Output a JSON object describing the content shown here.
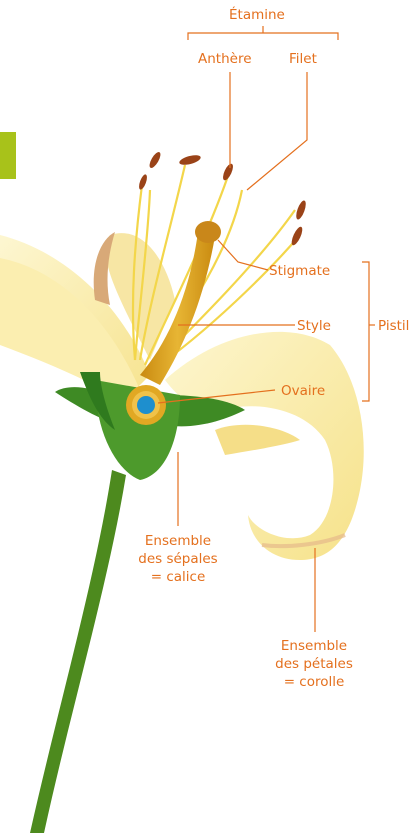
{
  "labels": {
    "etamine": "Étamine",
    "anthere": "Anthère",
    "filet": "Filet",
    "stigmate": "Stigmate",
    "style": "Style",
    "ovaire": "Ovaire",
    "pistil": "Pistil",
    "calice": "Ensemble\ndes sépales\n= calice",
    "corolle": "Ensemble\ndes pétales\n= corolle"
  },
  "colors": {
    "label": "#e4701e",
    "leader_line": "#e4701e",
    "tab": "#a8c21a",
    "petal": "#fbeeb0",
    "stem": "#4d8a1e",
    "sepal": "#3e8a24",
    "anther": "#9a4318",
    "pistil": "#d79a1a",
    "ovule": "#1e8fce"
  }
}
